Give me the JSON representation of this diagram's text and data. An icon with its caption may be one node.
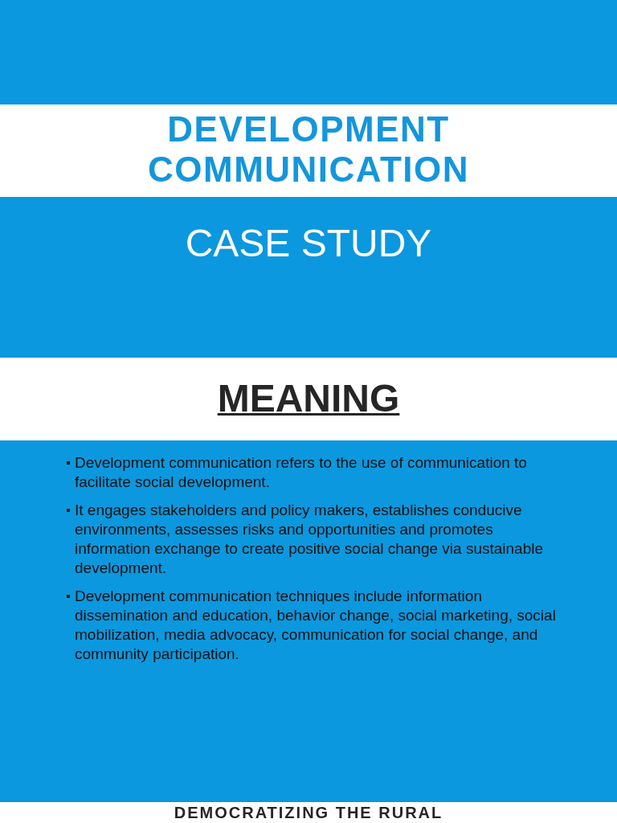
{
  "diagram": {
    "nodes": [
      {
        "text": [
          "DEVELOPMENT COMMUNICATION"
        ]
      },
      {
        "text": [
          "CASE STUDY"
        ]
      },
      {
        "text": [
          "MEANING"
        ]
      },
      {
        "text": [
          "Development communication refers to the use of communication to facilitate social development.",
          "It engages stakeholders and policy makers, establishes conducive environments, assesses risks and opportunities and promotes information exchange to create positive social change via sustainable development.",
          "Development communication techniques include information dissemination and education, behavior change, social marketing, social mobilization, media advocacy, communication for social change, and community participation."
        ]
      },
      {
        "text": [
          "DEMOCRATIZING THE RURAL"
        ]
      }
    ]
  }
}
